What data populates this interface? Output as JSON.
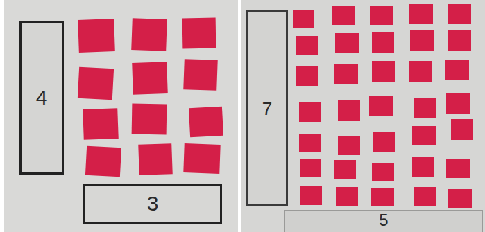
{
  "diagram": {
    "nodes": [
      {
        "text": [
          "4"
        ]
      },
      {
        "text": [
          "3"
        ]
      },
      {
        "text": [
          "7"
        ]
      },
      {
        "text": [
          "5"
        ]
      }
    ]
  }
}
